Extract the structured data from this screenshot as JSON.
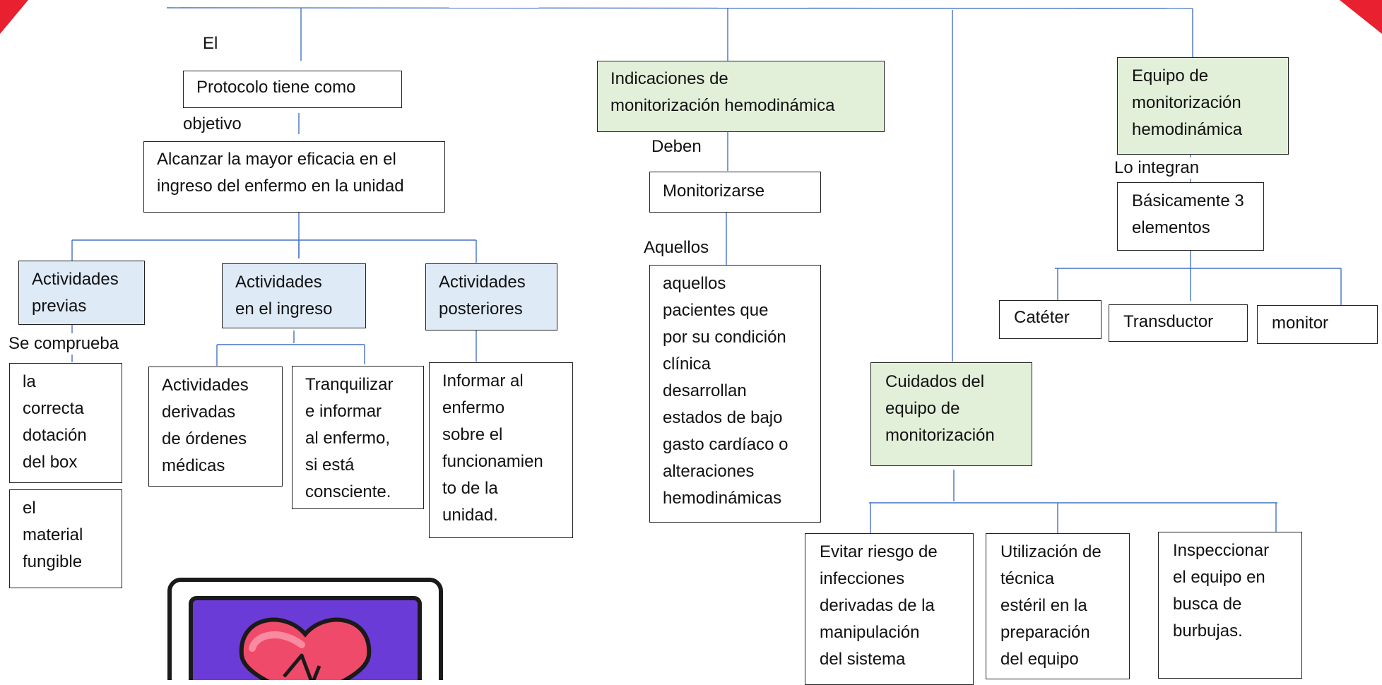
{
  "accent_color": "#4472c4",
  "line_color": "#4472c4",
  "box_colors": {
    "activity": "#deeaf6",
    "section": "#e2efd9"
  },
  "labels": {
    "el": "El",
    "objetivo": "objetivo",
    "se_comprueba": "Se comprueba",
    "deben": "Deben",
    "aquellos": "Aquellos",
    "lo_integran": "Lo integran"
  },
  "protocol": {
    "title": "Protocolo tiene como",
    "goal": "Alcanzar la mayor eficacia en el\ningreso del enfermo en la unidad"
  },
  "activities": {
    "previas": {
      "title": "Actividades\nprevias",
      "items": [
        "la\ncorrecta\ndotación\ndel box",
        "el\nmaterial\nfungible"
      ]
    },
    "ingreso": {
      "title": "Actividades\nen el ingreso",
      "items": [
        "Actividades\nderivadas\nde órdenes\nmédicas",
        "Tranquilizar\ne informar\nal enfermo,\nsi está\nconsciente."
      ]
    },
    "posteriores": {
      "title": "Actividades\nposteriores",
      "item": "Informar al\nenfermo\nsobre el\nfuncionamien\nto de la\nunidad."
    }
  },
  "indicaciones": {
    "title": "Indicaciones de\nmonitorización hemodinámica",
    "monitorizarse": "Monitorizarse",
    "pacientes": "aquellos\npacientes que\npor su condición\nclínica\ndesarrollan\nestados de bajo\ngasto cardíaco o\nalteraciones\nhemodinámicas"
  },
  "equipo": {
    "title": "Equipo de\nmonitorización\nhemodinámica",
    "elementos": "Básicamente 3\nelementos",
    "items": [
      "Catéter",
      "Transductor",
      "monitor"
    ]
  },
  "cuidados": {
    "title": "Cuidados del\nequipo de\nmonitorización",
    "items": [
      "Evitar riesgo de\ninfecciones\nderivadas de la\nmanipulación\ndel sistema",
      "Utilización de\ntécnica\nestéril en la\npreparación\ndel equipo",
      "Inspeccionar\nel equipo en\nbusca de\nburbujas."
    ]
  },
  "icons": [
    "heart-monitor-icon"
  ]
}
